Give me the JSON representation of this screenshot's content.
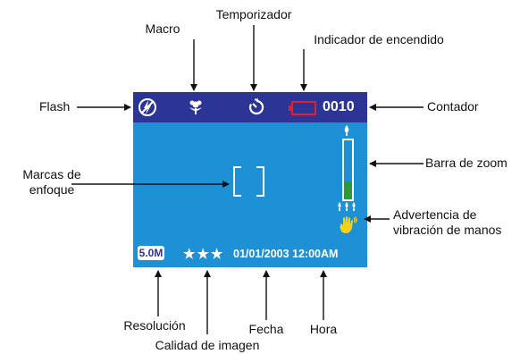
{
  "labels": {
    "macro": "Macro",
    "temporizador": "Temporizador",
    "indicador": "Indicador de encendido",
    "flash": "Flash",
    "contador": "Contador",
    "marcas_1": "Marcas de",
    "marcas_2": "enfoque",
    "barra_zoom": "Barra de zoom",
    "advertencia_1": "Advertencia de",
    "advertencia_2": "vibración de manos",
    "resolucion": "Resolución",
    "calidad": "Calidad de imagen",
    "fecha": "Fecha",
    "hora": "Hora"
  },
  "screen": {
    "counter": "0010",
    "resolution": "5.0M",
    "stars": "★★★",
    "datetime": "01/01/2003 12:00AM",
    "zoom_level": 0.3,
    "colors": {
      "screen_bg": "#1e90d6",
      "top_bar": "#2c3596",
      "battery": "#e0202a",
      "zoom_fill": "#2c9a3a",
      "hand_icon": "#f2d21a"
    },
    "icons": [
      "flash-off-icon",
      "macro-flower-icon",
      "self-timer-icon",
      "battery-icon",
      "zoom-tele-icon",
      "zoom-wide-icon",
      "hand-shake-icon"
    ]
  }
}
